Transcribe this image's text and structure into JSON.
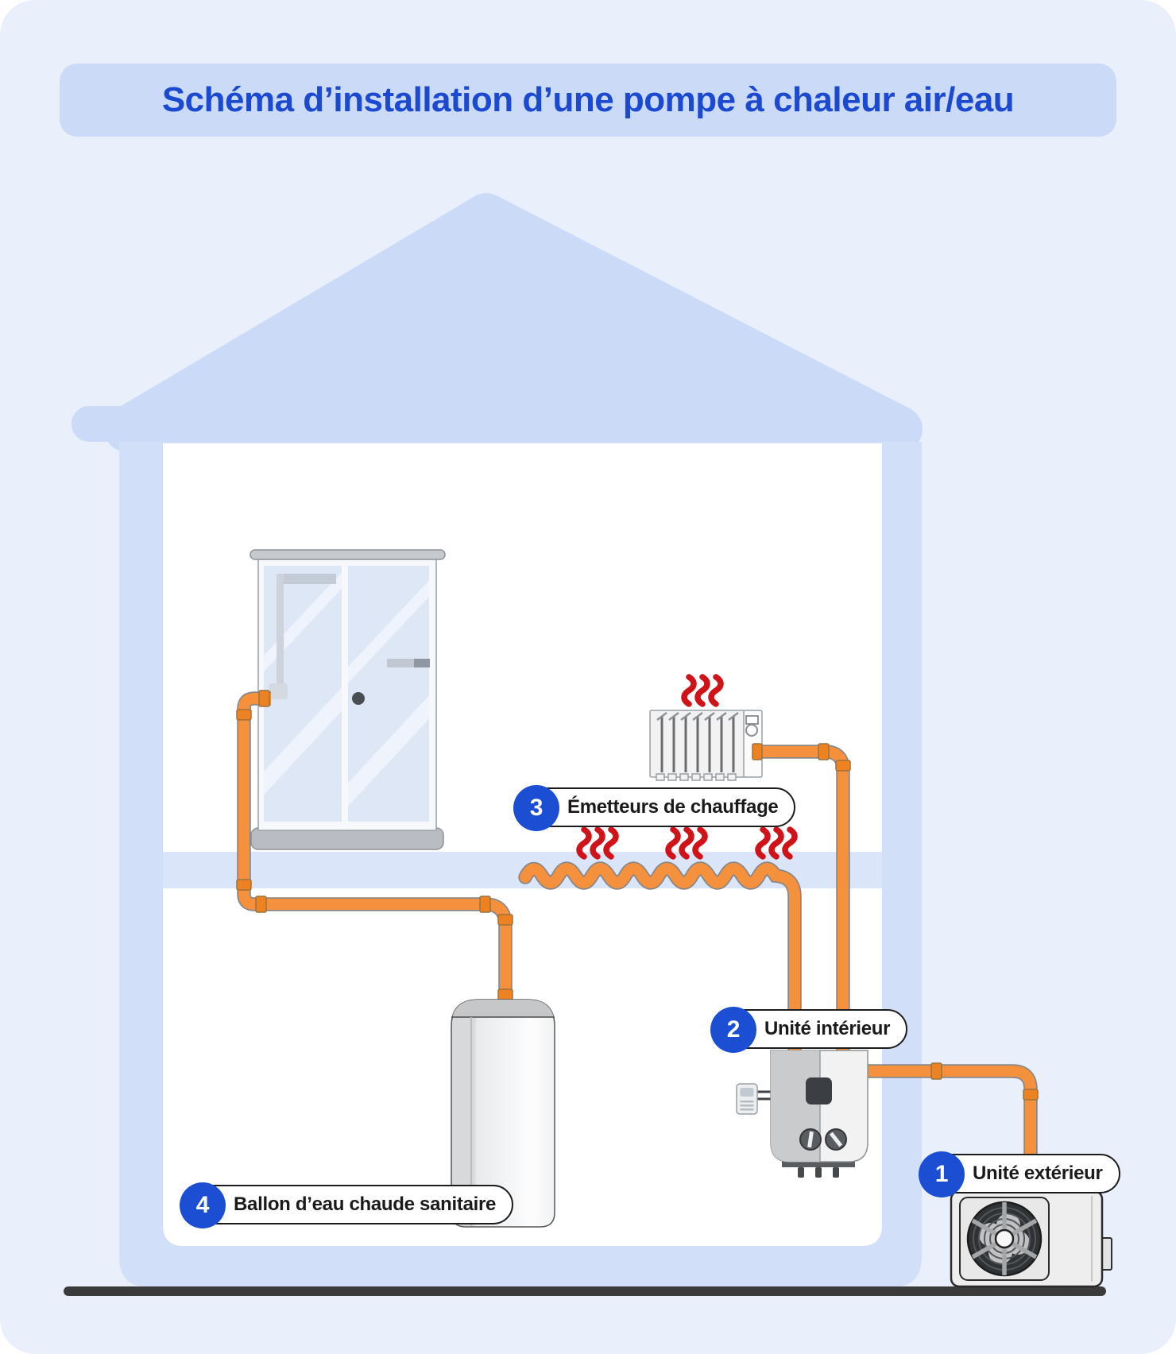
{
  "title": "Schéma d’installation d’une pompe à chaleur air/eau",
  "legend": {
    "outdoor_unit": {
      "number": "1",
      "label": "Unité extérieur"
    },
    "indoor_unit": {
      "number": "2",
      "label": "Unité intérieur"
    },
    "heat_emitters": {
      "number": "3",
      "label": "Émetteurs de chauffage"
    },
    "hot_water_tank": {
      "number": "4",
      "label": "Ballon d’eau chaude sanitaire"
    }
  },
  "diagram_components": [
    "house-with-roof",
    "shower-cabin",
    "radiator",
    "underfloor-heating-pipe",
    "hot-water-tank",
    "indoor-heat-pump-unit",
    "thermostat",
    "outdoor-heat-pump-unit",
    "fan-icon",
    "heat-waves-icon",
    "orange-water-pipes",
    "ground-line"
  ],
  "icons": {
    "heat_waves_icon": "three red rising heat squiggles",
    "fan_icon": "outdoor unit fan with spokes and hub"
  },
  "colors": {
    "background": "#e9f0fc",
    "panel_blue": "#cbdbf7",
    "wall_blue": "#d2dff8",
    "floor_blue": "#dbe5f9",
    "interior_white": "#ffffff",
    "title_text": "#1c49d2",
    "badge_blue": "#1b4ed3",
    "badge_text": "#ffffff",
    "label_text": "#1a1a1a",
    "label_border": "#1c1c1c",
    "pipe_orange": "#f5913c",
    "pipe_coupling": "#ee8120",
    "pipe_outline": "#87878a",
    "heat_red": "#d01318",
    "ground_dark": "#3b3b3b"
  }
}
